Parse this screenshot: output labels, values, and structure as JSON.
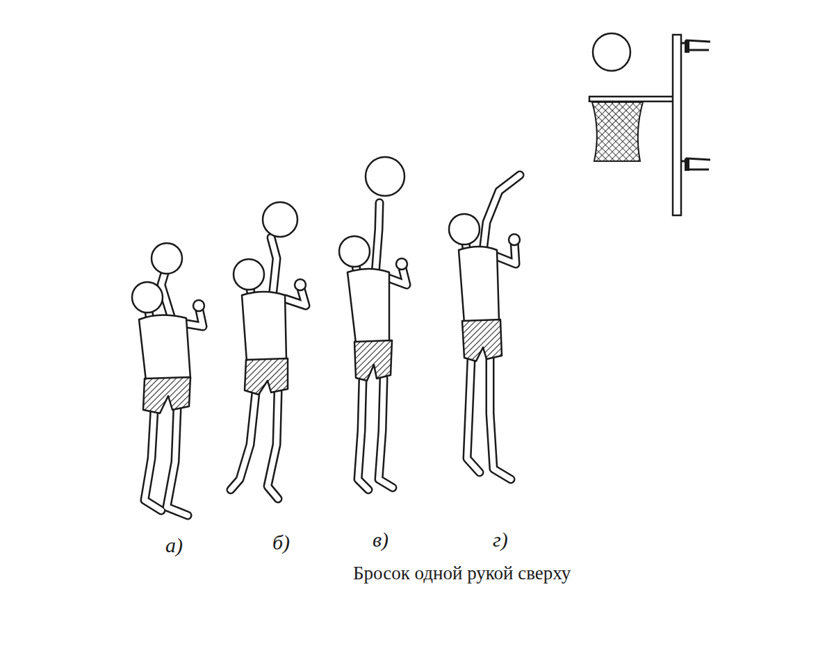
{
  "diagram": {
    "caption": "Бросок одной рукой сверху",
    "labels": [
      "а)",
      "б)",
      "в)",
      "г)"
    ]
  }
}
